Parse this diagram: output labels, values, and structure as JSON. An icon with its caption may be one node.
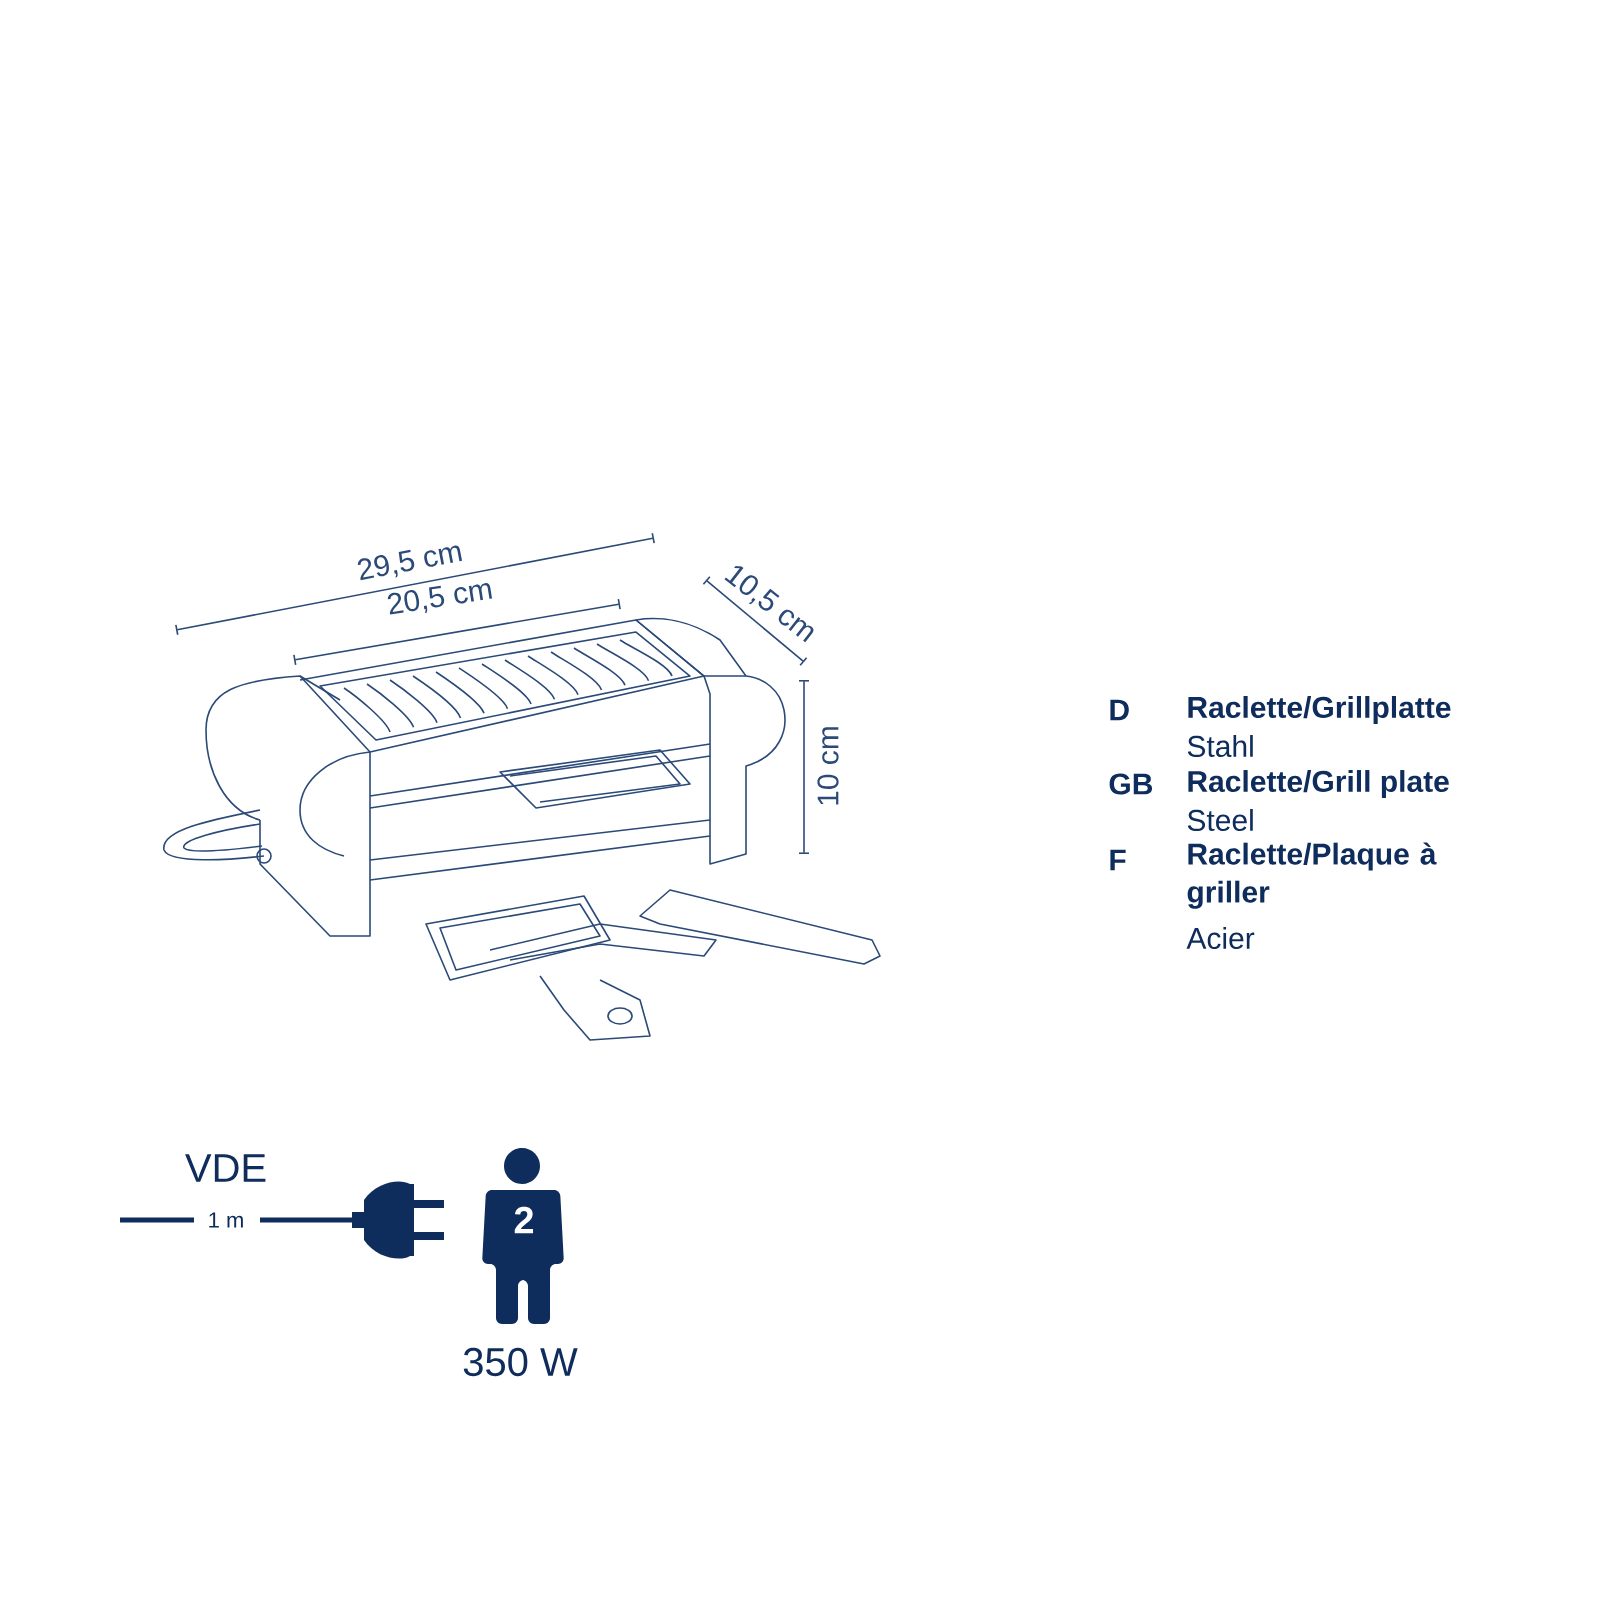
{
  "diagram": {
    "labels": [
      "29,5 cm",
      "20,5 cm",
      "10,5 cm",
      "10 cm",
      "D",
      "Raclette/Grillplatte",
      "Stahl",
      "GB",
      "Raclette/Grill plate",
      "Steel",
      "F",
      "Raclette/Plaque à griller",
      "Acier",
      "VDE",
      "1 m",
      "2",
      "350 W"
    ]
  }
}
